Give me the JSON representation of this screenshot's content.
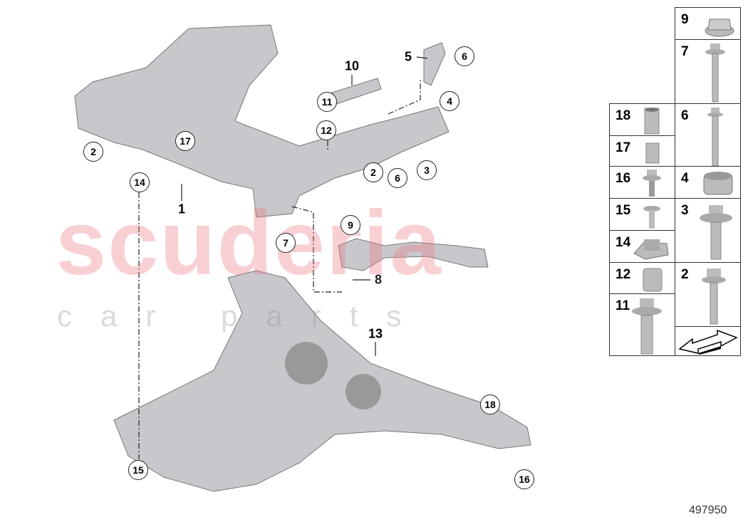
{
  "watermark": {
    "brand": "scuderia",
    "sub": "car parts"
  },
  "callouts": [
    {
      "label": "2"
    },
    {
      "label": "17"
    },
    {
      "label": "14"
    },
    {
      "label": "11"
    },
    {
      "label": "12"
    },
    {
      "label": "2"
    },
    {
      "label": "6"
    },
    {
      "label": "3"
    },
    {
      "label": "4"
    },
    {
      "label": "6"
    },
    {
      "label": "7"
    },
    {
      "label": "9"
    },
    {
      "label": "18"
    },
    {
      "label": "16"
    },
    {
      "label": "15"
    }
  ],
  "labels": [
    {
      "label": "1"
    },
    {
      "label": "10"
    },
    {
      "label": "5"
    },
    {
      "label": "8"
    },
    {
      "label": "13"
    }
  ],
  "parts_table": [
    {
      "num": "9",
      "icon": "flange-nut"
    },
    {
      "num": "7",
      "icon": "long-bolt"
    },
    {
      "num": "6",
      "icon": "long-bolt"
    },
    {
      "num": "4",
      "icon": "thread-insert"
    },
    {
      "num": "3",
      "icon": "collar-bolt"
    },
    {
      "num": "2",
      "icon": "hex-bolt"
    },
    {
      "num": "18",
      "icon": "sleeve"
    },
    {
      "num": "17",
      "icon": "thread-insert"
    },
    {
      "num": "16",
      "icon": "short-bolt"
    },
    {
      "num": "15",
      "icon": "short-bolt"
    },
    {
      "num": "14",
      "icon": "clip-nut"
    },
    {
      "num": "12",
      "icon": "thread-insert"
    },
    {
      "num": "11",
      "icon": "torx-bolt"
    }
  ],
  "diagram_number": "497950"
}
